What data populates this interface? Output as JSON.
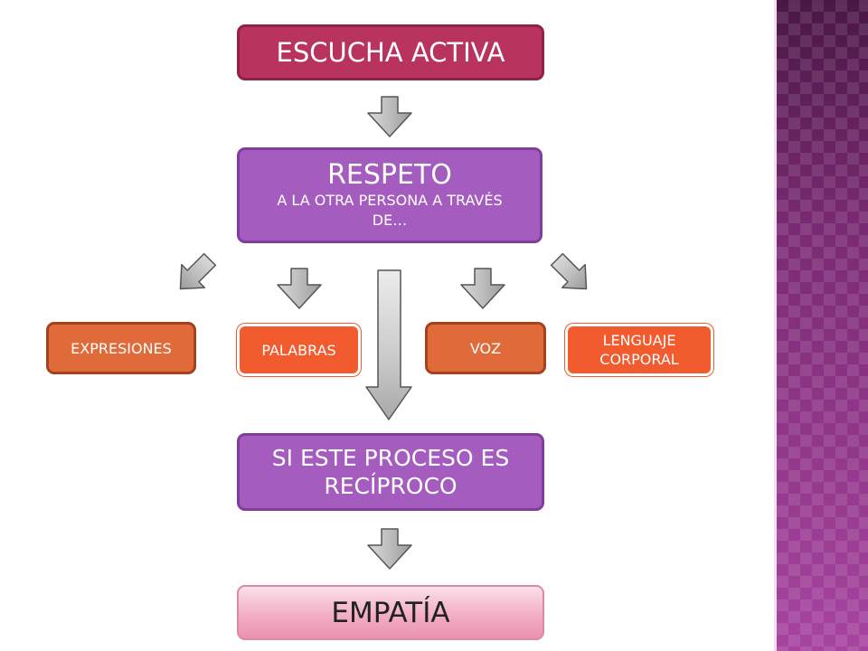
{
  "nodes": {
    "escucha": "ESCUCHA ACTIVA",
    "respeto_title": "RESPETO",
    "respeto_sub": "A LA OTRA PERSONA A TRAVÉS DE…",
    "expresiones": "EXPRESIONES",
    "palabras": "PALABRAS",
    "voz": "VOZ",
    "lenguaje": "LENGUAJE CORPORAL",
    "si_proceso": "SI ESTE PROCESO ES RECÍPROCO",
    "empatia": "EMPATÍA"
  },
  "colors": {
    "escucha": "#b8345f",
    "purple": "#a55cbf",
    "orange": "#e06a3a",
    "orange_bright": "#f25b2e",
    "empatia": "#f2aec5",
    "arrow": "#b5b5b5",
    "stripe": "#8e2f8a"
  }
}
